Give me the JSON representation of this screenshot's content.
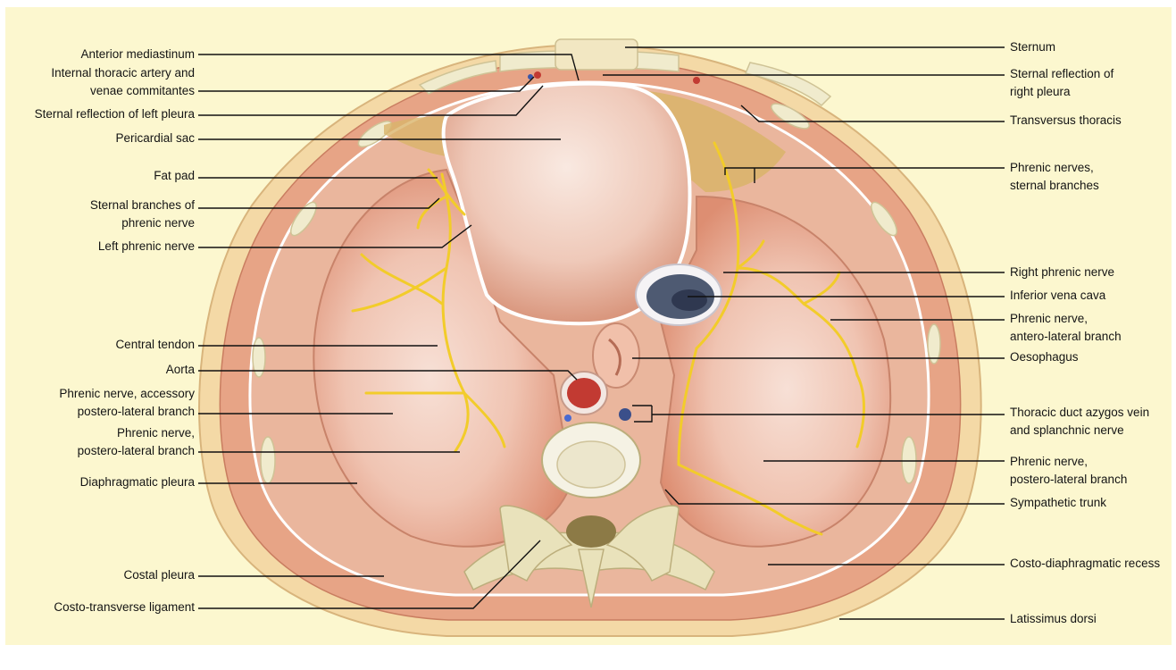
{
  "figure": {
    "background": "#fcf7cf",
    "accent_colors": {
      "nerve": "#f2cc2a",
      "muscle": "#e7a486",
      "bone": "#f0ebcd",
      "ivc": "#4e5a72"
    }
  },
  "labels_left": [
    {
      "id": "anterior-mediastinum",
      "lines": [
        "Anterior mediastinum"
      ]
    },
    {
      "id": "internal-thoracic-artery",
      "lines": [
        "Internal thoracic artery and",
        "venae commitantes"
      ]
    },
    {
      "id": "sternal-reflection-left-pleura",
      "lines": [
        "Sternal reflection of left pleura"
      ]
    },
    {
      "id": "pericardial-sac",
      "lines": [
        "Pericardial sac"
      ]
    },
    {
      "id": "fat-pad",
      "lines": [
        "Fat pad"
      ]
    },
    {
      "id": "sternal-branches-phrenic",
      "lines": [
        "Sternal branches of",
        "phrenic nerve"
      ]
    },
    {
      "id": "left-phrenic-nerve",
      "lines": [
        "Left phrenic nerve"
      ]
    },
    {
      "id": "central-tendon",
      "lines": [
        "Central tendon"
      ]
    },
    {
      "id": "aorta",
      "lines": [
        "Aorta"
      ]
    },
    {
      "id": "phrenic-accessory-posterolateral",
      "lines": [
        "Phrenic nerve, accessory",
        "postero-lateral branch"
      ]
    },
    {
      "id": "phrenic-posterolateral-left",
      "lines": [
        "Phrenic nerve,",
        "postero-lateral branch"
      ]
    },
    {
      "id": "diaphragmatic-pleura",
      "lines": [
        "Diaphragmatic pleura"
      ]
    },
    {
      "id": "costal-pleura",
      "lines": [
        "Costal pleura"
      ]
    },
    {
      "id": "costo-transverse-ligament",
      "lines": [
        "Costo-transverse ligament"
      ]
    }
  ],
  "labels_right": [
    {
      "id": "sternum",
      "lines": [
        "Sternum"
      ]
    },
    {
      "id": "sternal-reflection-right-pleura",
      "lines": [
        "Sternal reflection of",
        "right pleura"
      ]
    },
    {
      "id": "transversus-thoracis",
      "lines": [
        "Transversus thoracis"
      ]
    },
    {
      "id": "phrenic-sternal-branches",
      "lines": [
        "Phrenic nerves,",
        "sternal branches"
      ]
    },
    {
      "id": "right-phrenic-nerve",
      "lines": [
        "Right phrenic nerve"
      ]
    },
    {
      "id": "inferior-vena-cava",
      "lines": [
        "Inferior vena cava"
      ]
    },
    {
      "id": "phrenic-anterolateral",
      "lines": [
        "Phrenic nerve,",
        "antero-lateral branch"
      ]
    },
    {
      "id": "oesophagus",
      "lines": [
        "Oesophagus"
      ]
    },
    {
      "id": "thoracic-duct",
      "lines": [
        "Thoracic duct azygos vein",
        "and splanchnic nerve"
      ]
    },
    {
      "id": "phrenic-posterolateral-right",
      "lines": [
        "Phrenic nerve,",
        "postero-lateral branch"
      ]
    },
    {
      "id": "sympathetic-trunk",
      "lines": [
        "Sympathetic trunk"
      ]
    },
    {
      "id": "costo-diaphragmatic-recess",
      "lines": [
        "Costo-diaphragmatic recess"
      ]
    },
    {
      "id": "latissimus-dorsi",
      "lines": [
        "Latissimus dorsi"
      ]
    }
  ]
}
